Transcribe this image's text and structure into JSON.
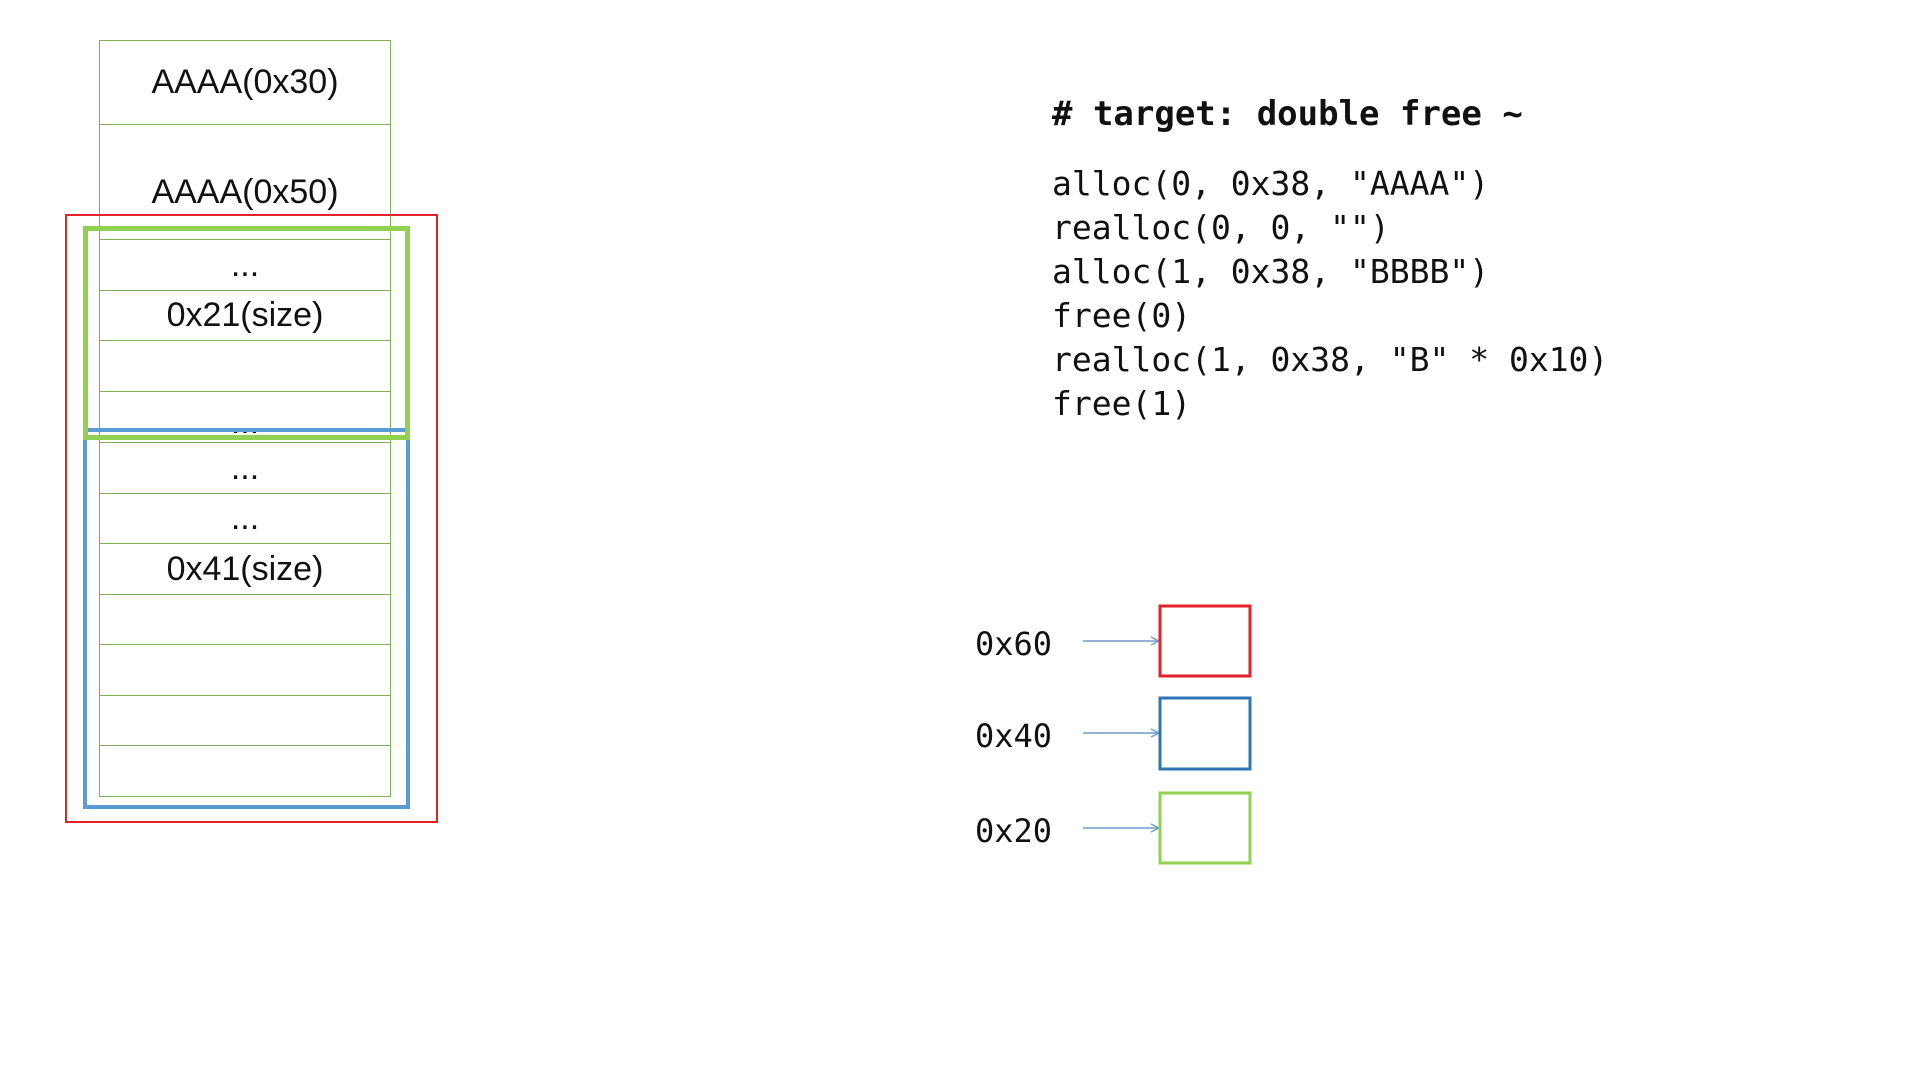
{
  "stack": {
    "cells": [
      {
        "text": "AAAA(0x30)"
      },
      {
        "text": "AAAA(0x50)"
      },
      {
        "text": "..."
      },
      {
        "text": "0x21(size)"
      },
      {
        "text": ""
      },
      {
        "text": "..."
      },
      {
        "text": "..."
      },
      {
        "text": "..."
      },
      {
        "text": "0x41(size)"
      },
      {
        "text": ""
      },
      {
        "text": ""
      },
      {
        "text": ""
      },
      {
        "text": ""
      }
    ]
  },
  "frames": {
    "outer_color": "#e3222a",
    "first_chunk_color": "#92d050",
    "second_chunk_color": "#5b9bd5"
  },
  "code": {
    "title": "# target: double free ~",
    "lines": [
      "alloc(0, 0x38, \"AAAA\")",
      "realloc(0, 0, \"\")",
      "alloc(1, 0x38, \"BBBB\")",
      "free(0)",
      "realloc(1, 0x38, \"B\" * 0x10)",
      "free(1)"
    ]
  },
  "bins": [
    {
      "label": "0x60",
      "color": "#e3222a"
    },
    {
      "label": "0x40",
      "color": "#2e75b6"
    },
    {
      "label": "0x20",
      "color": "#92d050"
    }
  ]
}
